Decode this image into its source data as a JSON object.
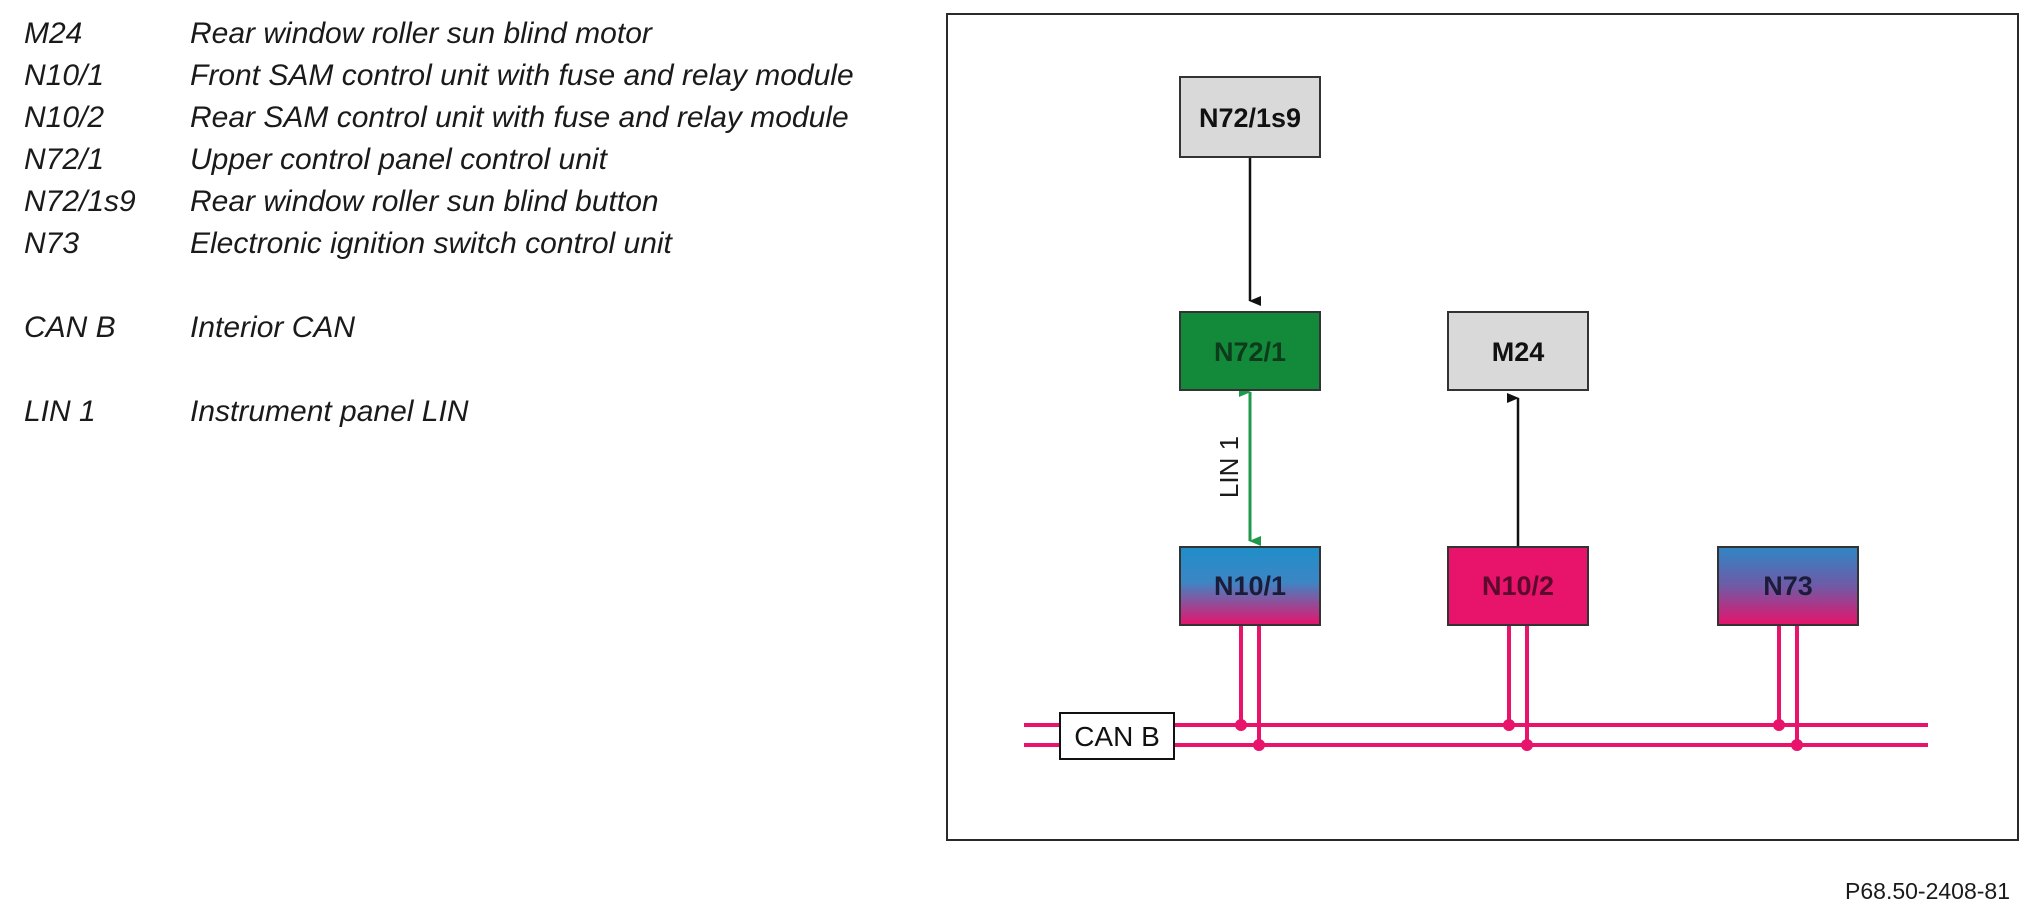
{
  "legend": {
    "items": [
      {
        "code": "M24",
        "description": "Rear window roller sun blind motor"
      },
      {
        "code": "N10/1",
        "description": "Front SAM control unit with fuse and relay module"
      },
      {
        "code": "N10/2",
        "description": "Rear SAM control unit with fuse and relay module"
      },
      {
        "code": "N72/1",
        "description": "Upper control panel control unit"
      },
      {
        "code": "N72/1s9",
        "description": "Rear window roller sun blind button"
      },
      {
        "code": "N73",
        "description": "Electronic ignition switch control unit"
      },
      {
        "code": "CAN B",
        "description": "Interior CAN"
      },
      {
        "code": "LIN 1",
        "description": "Instrument panel LIN"
      }
    ]
  },
  "diagram": {
    "nodes": {
      "n72_1s9": "N72/1s9",
      "n72_1": "N72/1",
      "m24": "M24",
      "n10_1": "N10/1",
      "n10_2": "N10/2",
      "n73": "N73"
    },
    "bus_label": "CAN B",
    "lin_label": "LIN 1"
  },
  "colors": {
    "gray_box": "#d9d9d9",
    "green_box": "#128a3a",
    "magenta": "#e8136b",
    "blue": "#1f8ec9",
    "lin_green": "#1f9a4c"
  },
  "figure_id": "P68.50-2408-81"
}
